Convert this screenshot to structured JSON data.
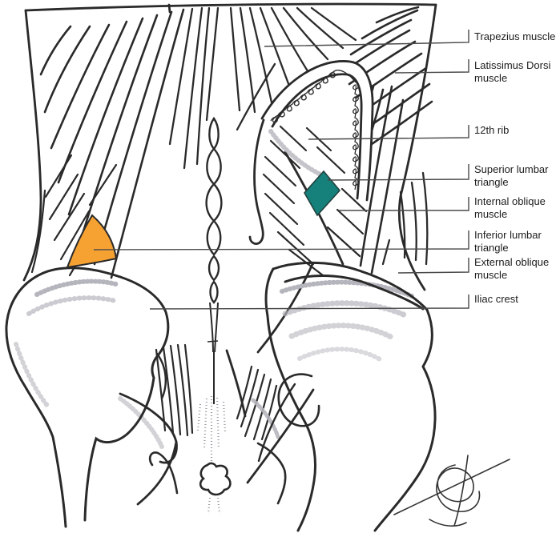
{
  "figure": {
    "kind": "hand-drawn anatomical diagram",
    "subject": "Posterior view of the lumbar region showing the superior and inferior lumbar triangles",
    "colors": {
      "superior_lumbar_triangle_fill": "#16807B",
      "inferior_lumbar_triangle_fill": "#F6A233",
      "ink": "#2A2A2A",
      "leader_line": "#4A4A4A",
      "stipple": "#B5B5BD"
    },
    "labels": [
      {
        "id": "trapezius-muscle",
        "text": "Trapezius muscle"
      },
      {
        "id": "latissimus-dorsi-muscle",
        "text": "Latissimus Dorsi muscle"
      },
      {
        "id": "twelfth-rib",
        "text": "12th rib"
      },
      {
        "id": "superior-lumbar-triangle",
        "text": "Superior lumbar triangle"
      },
      {
        "id": "internal-oblique-muscle",
        "text": "Internal oblique muscle"
      },
      {
        "id": "inferior-lumbar-triangle",
        "text": "Inferior lumbar triangle"
      },
      {
        "id": "external-oblique-muscle",
        "text": "External oblique muscle"
      },
      {
        "id": "iliac-crest",
        "text": "Iliac crest"
      }
    ]
  }
}
